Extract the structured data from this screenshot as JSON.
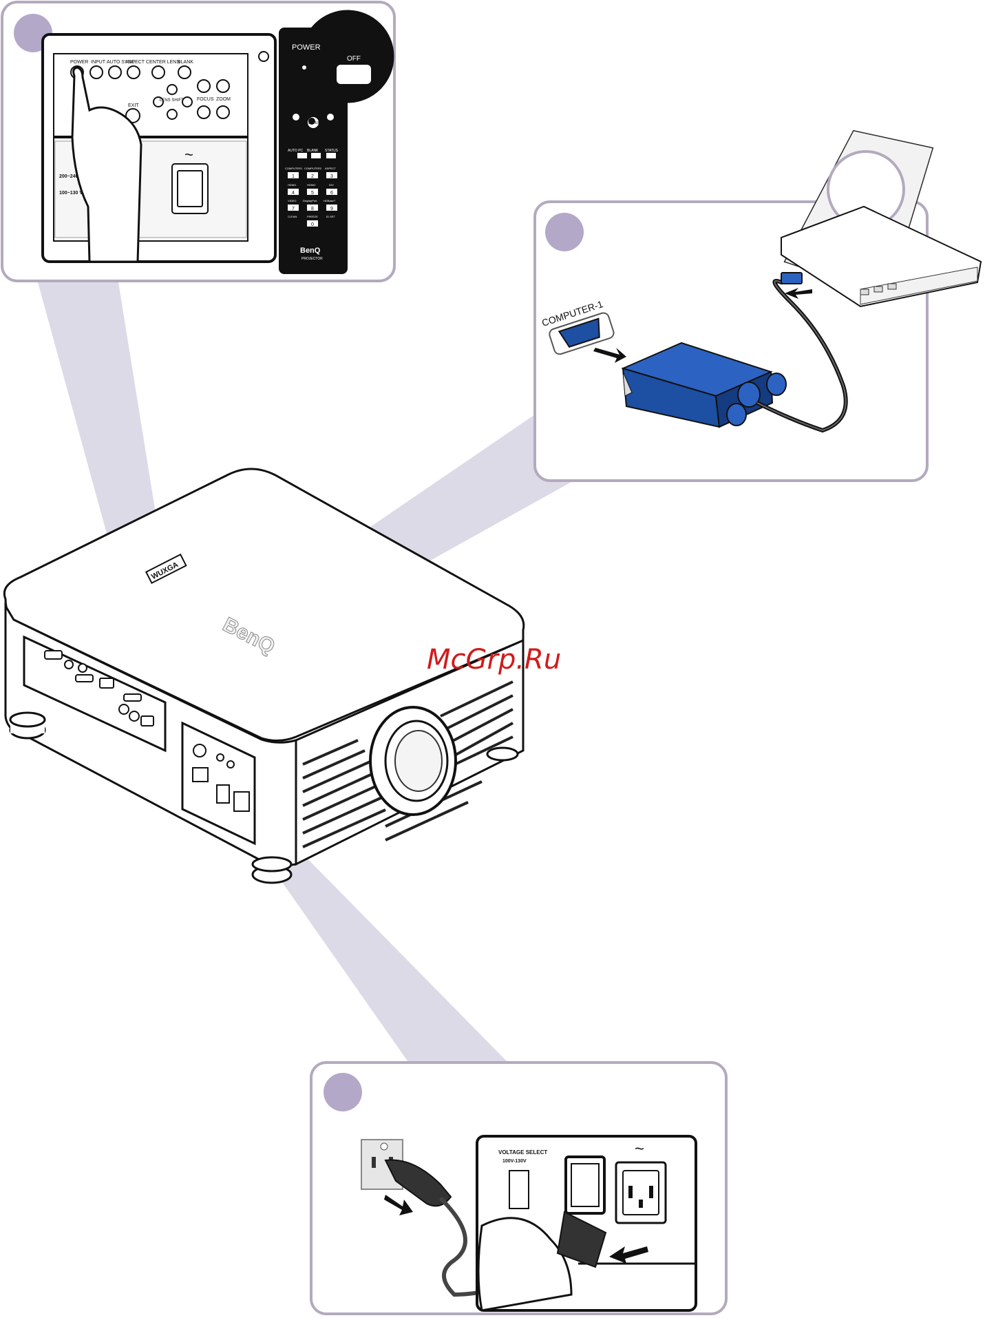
{
  "panel1": {
    "control_panel": {
      "power": "POWER",
      "input": "INPUT",
      "auto_sync": "AUTO SYNC",
      "aspect": "ASPECT",
      "center_lens": "CENTER LENS",
      "blank": "BLANK",
      "exit": "EXIT",
      "lens_shift": "LENS SHIFT",
      "focus": "FOCUS",
      "zoom": "ZOOM",
      "voltage_high": "200~240 V",
      "voltage_low": "100~130 VAC",
      "ac_symbol": "~"
    },
    "remote": {
      "power": "POWER",
      "off": "OFF",
      "enter": "ENTER",
      "auto_pc": "AUTO PC",
      "blank": "BLANK",
      "status": "STATUS",
      "computer1": "COMPUTER1",
      "computer2": "COMPUTER2",
      "aspect": "ASPECT",
      "hdmi1": "HDMI1",
      "hdmi2": "HDMI2",
      "dvi": "DVI",
      "video": "VIDEO",
      "display_port": "DisplayPort",
      "hdbaset": "HDBaseT",
      "clean": "CLEAN",
      "freeze": "FREEZE",
      "id_set": "ID SET",
      "keys": [
        "1",
        "2",
        "3",
        "4",
        "5",
        "6",
        "7",
        "8",
        "9",
        "0"
      ],
      "brand": "BenQ",
      "brand_sub": "PROJECTOR"
    }
  },
  "panel2": {
    "port_label": "COMPUTER-1"
  },
  "panel3": {
    "voltage_select": "VOLTAGE SELECT",
    "voltage_range": "100V-130V",
    "ac_symbol": "~"
  },
  "projector": {
    "brand": "BenQ",
    "model_badge": "WUXGA"
  },
  "watermark": "McGrp.Ru",
  "colors": {
    "frame": "#b3aabf",
    "step_circle": "#b4a8c9",
    "beam": "#dcdae6",
    "vga_blue": "#1d4fa3",
    "watermark": "#d11a1a"
  }
}
